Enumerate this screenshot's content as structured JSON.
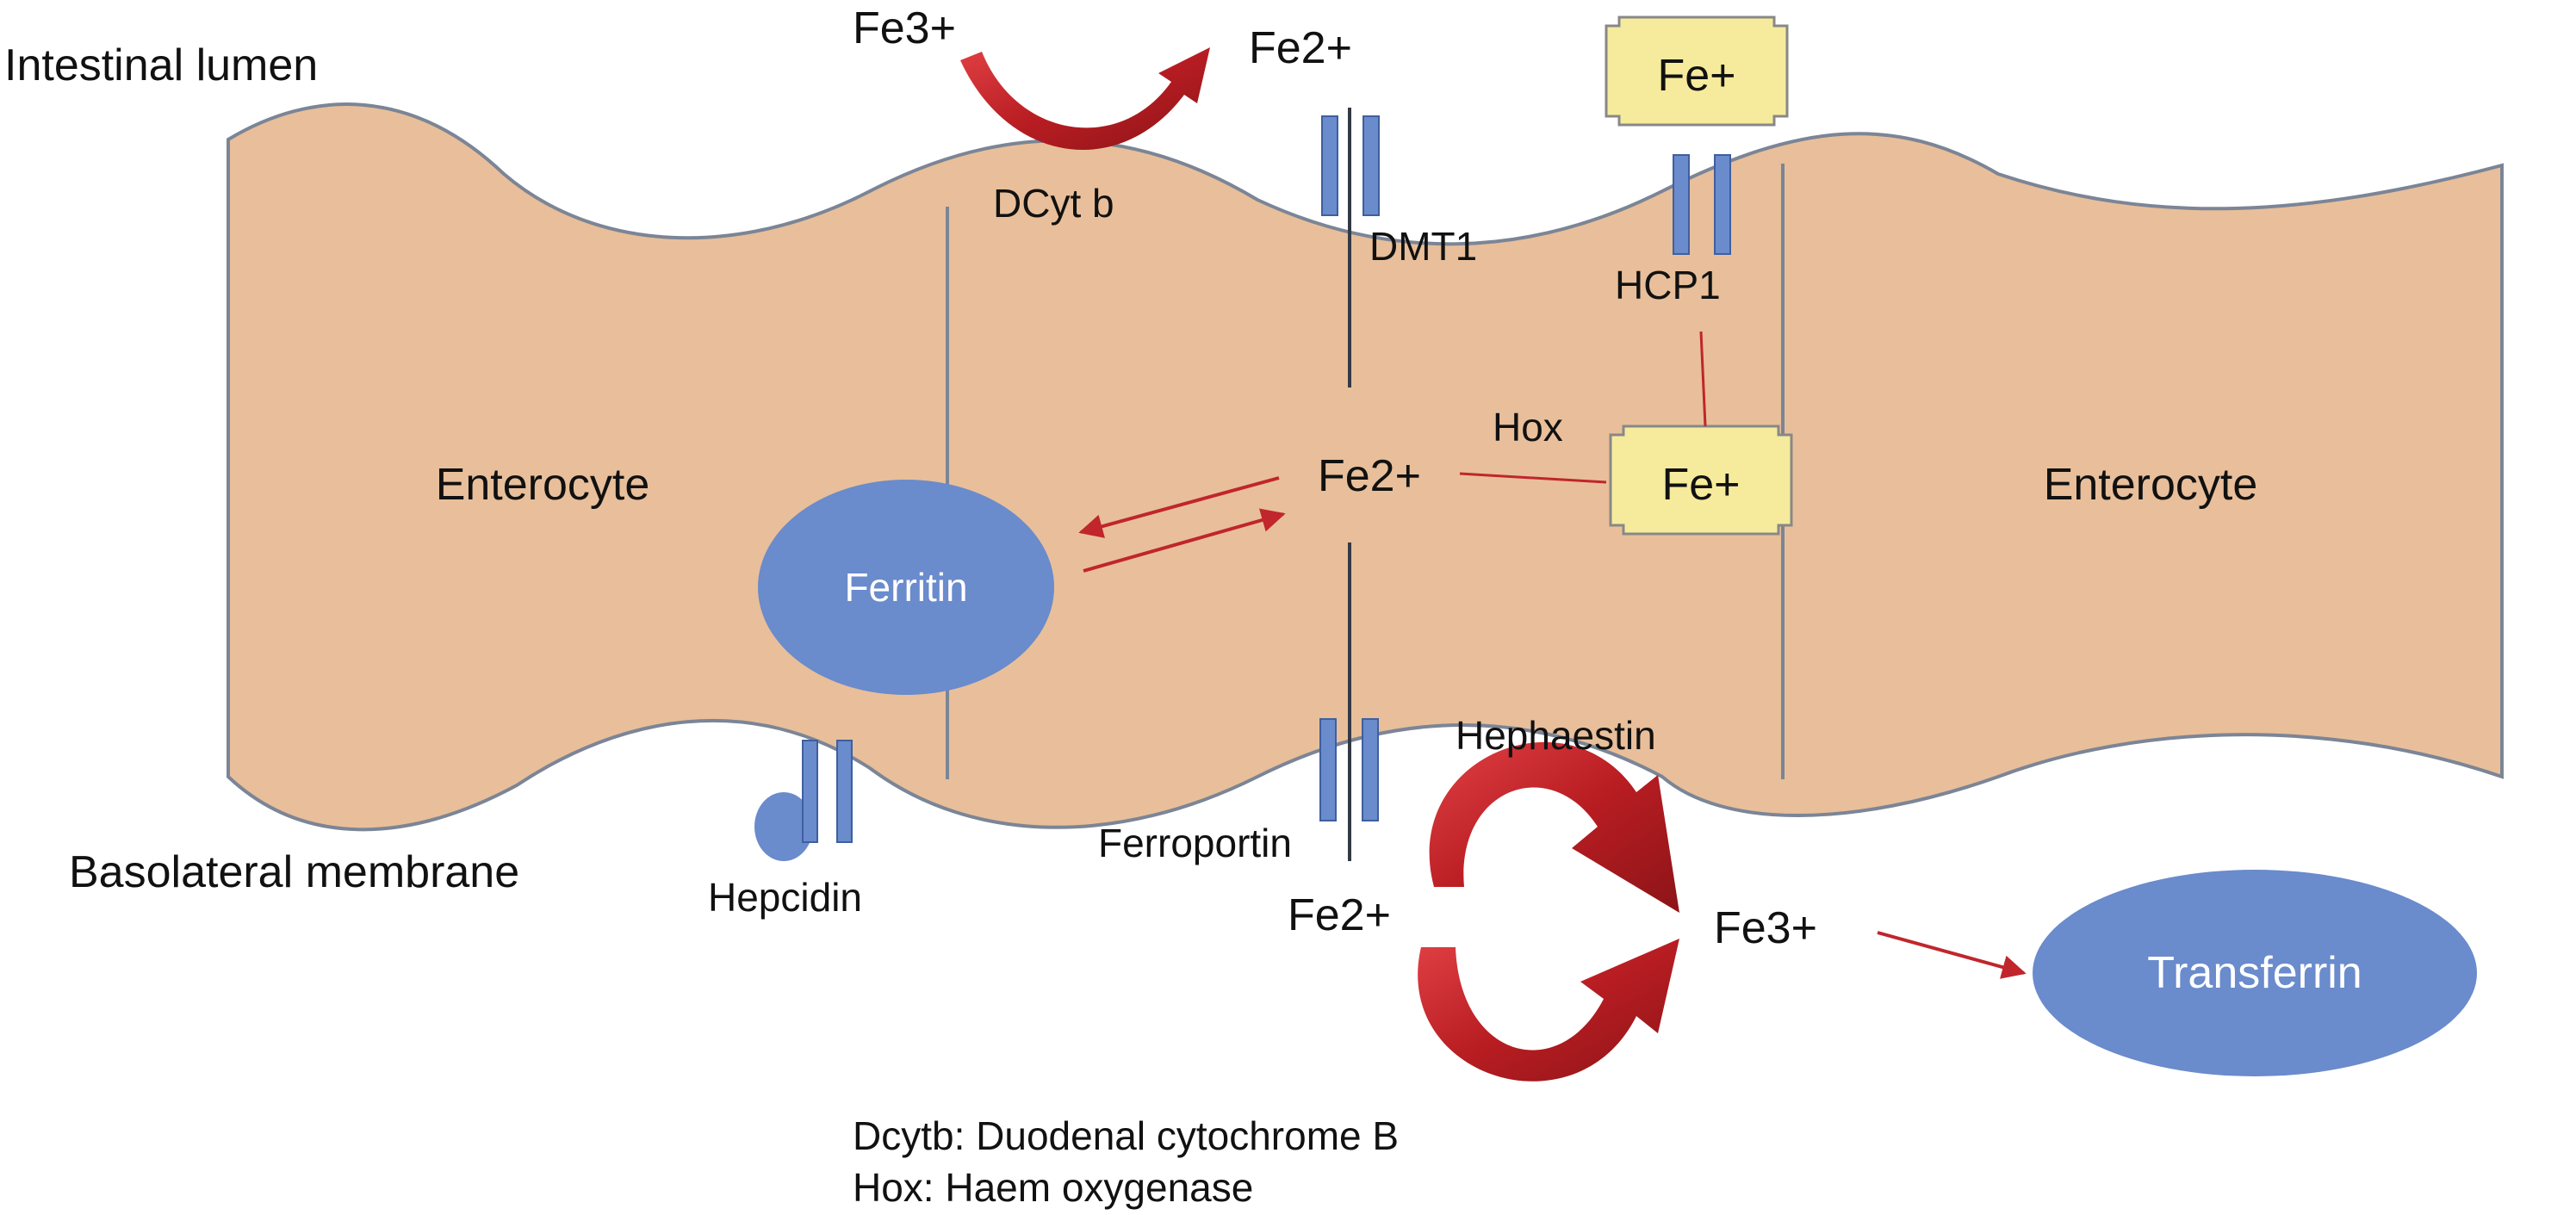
{
  "labels": {
    "intestinal_lumen": "Intestinal lumen",
    "basolateral_membrane": "Basolateral membrane",
    "enterocyte_left": "Enterocyte",
    "enterocyte_right": "Enterocyte",
    "fe3_lumen": "Fe3+",
    "fe2_lumen": "Fe2+",
    "dcytb": "DCyt b",
    "dmt1": "DMT1",
    "fe_plus_lumen": "Fe+",
    "hcp1": "HCP1",
    "hox": "Hox",
    "fe2_cell": "Fe2+",
    "fe_plus_cell": "Fe+",
    "ferritin": "Ferritin",
    "hepcidin": "Hepcidin",
    "ferroportin": "Ferroportin",
    "hephaestin": "Hephaestin",
    "fe2_blood": "Fe2+",
    "fe3_blood": "Fe3+",
    "transferrin": "Transferrin"
  },
  "legend": [
    "Dcytb: Duodenal cytochrome B",
    "Hox: Haem oxygenase"
  ],
  "colors": {
    "cell_fill": "#e8bf9a",
    "membrane_line": "#7b8596",
    "protein_blue": "#6a8bcc",
    "heme_box": "#f6eb9c",
    "arrow_red": "#c0262c"
  }
}
